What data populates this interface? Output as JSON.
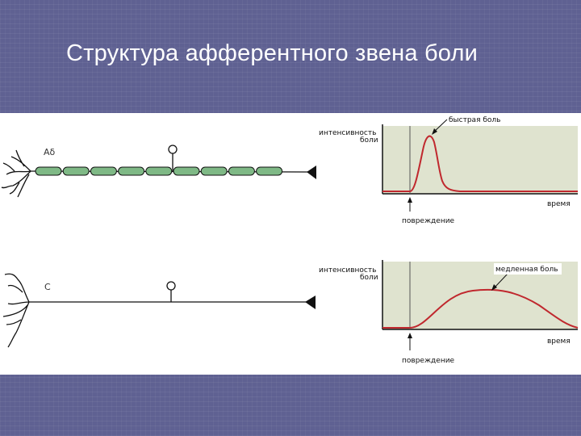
{
  "slide": {
    "title": "Структура афферентного звена боли"
  },
  "colors": {
    "background": "#5f6192",
    "plot_fill": "#dfe3cf",
    "curve": "#c0282e",
    "fiber_fill": "#7fb986",
    "line": "#111111"
  },
  "diagram": {
    "fiber_top": {
      "label": "Aδ",
      "segments": 9
    },
    "fiber_bottom": {
      "label": "C"
    },
    "graph_top": {
      "ylabel_line1": "интенсивность",
      "ylabel_line2": "боли",
      "annotation": "быстрая боль",
      "xlabel": "время",
      "event": "повреждение"
    },
    "graph_bottom": {
      "ylabel_line1": "интенсивность",
      "ylabel_line2": "боли",
      "annotation": "медленная боль",
      "xlabel": "время",
      "event": "повреждение"
    }
  }
}
